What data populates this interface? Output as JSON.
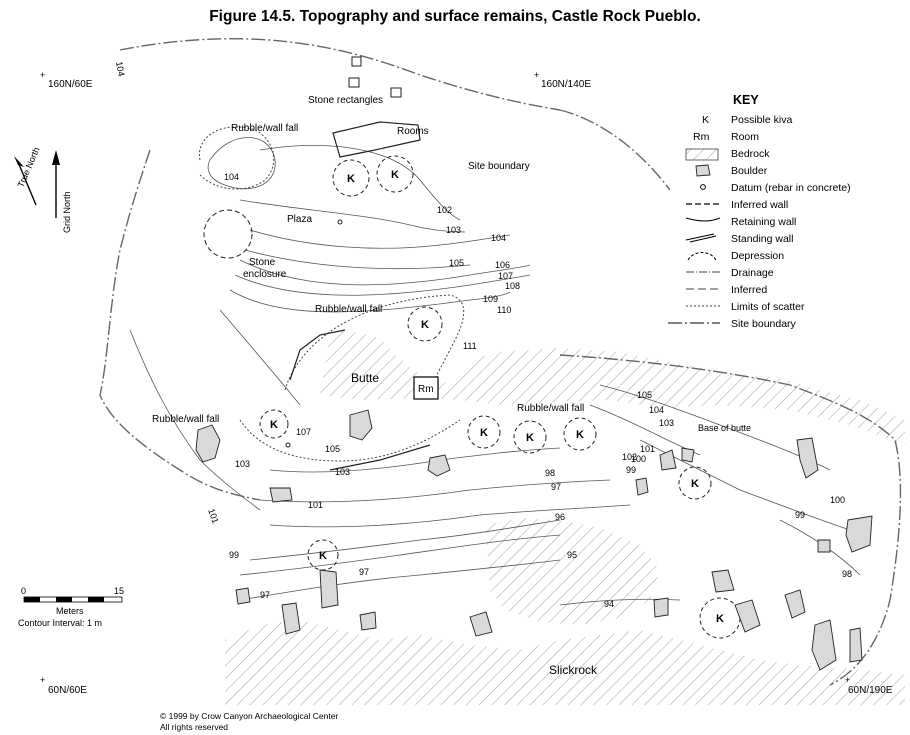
{
  "figure": {
    "title": "Figure 14.5.  Topography and surface remains, Castle Rock Pueblo."
  },
  "grid_corners": [
    "160N/60E",
    "160N/140E",
    "60N/60E",
    "60N/190E"
  ],
  "north_arrows": {
    "true_north": "True North",
    "grid_north": "Grid North"
  },
  "labels": {
    "stone_rectangles": "Stone rectangles",
    "rooms": "Rooms",
    "site_boundary": "Site boundary",
    "rubble_1": "Rubble/wall fall",
    "rubble_2": "Rubble/wall fall",
    "rubble_3": "Rubble/wall fall",
    "rubble_4": "Rubble/wall fall",
    "plaza": "Plaza",
    "stone_enclosure_1": "Stone",
    "stone_enclosure_2": "enclosure",
    "butte": "Butte",
    "room_box": "Rm",
    "base_of_butte": "Base of butte",
    "slickrock": "Slickrock",
    "kiva": "K"
  },
  "contours": [
    "104",
    "104",
    "102",
    "103",
    "104",
    "105",
    "106",
    "107",
    "108",
    "109",
    "110",
    "111",
    "105",
    "104",
    "103",
    "102",
    "101",
    "100",
    "99",
    "98",
    "97",
    "96",
    "95",
    "94",
    "107",
    "105",
    "103",
    "103",
    "101",
    "101",
    "99",
    "97",
    "97",
    "100",
    "99",
    "98"
  ],
  "key": {
    "heading": "KEY",
    "items": [
      {
        "symbol": "K",
        "label": "Possible kiva"
      },
      {
        "symbol": "Rm",
        "label": "Room"
      },
      {
        "symbol": "",
        "label": "Bedrock"
      },
      {
        "symbol": "",
        "label": "Boulder"
      },
      {
        "symbol": "",
        "label": "Datum (rebar in concrete)"
      },
      {
        "symbol": "",
        "label": "Inferred wall"
      },
      {
        "symbol": "",
        "label": "Retaining wall"
      },
      {
        "symbol": "",
        "label": "Standing wall"
      },
      {
        "symbol": "",
        "label": "Depression"
      },
      {
        "symbol": "",
        "label": "Drainage"
      },
      {
        "symbol": "",
        "label": "Inferred"
      },
      {
        "symbol": "",
        "label": "Limits of scatter"
      },
      {
        "symbol": "",
        "label": "Site boundary"
      }
    ]
  },
  "scale": {
    "min": "0",
    "max": "15",
    "unit": "Meters",
    "contour_interval": "Contour Interval: 1 m"
  },
  "credit": {
    "line1": "© 1999 by Crow Canyon Archaeological Center",
    "line2": "All rights reserved"
  }
}
